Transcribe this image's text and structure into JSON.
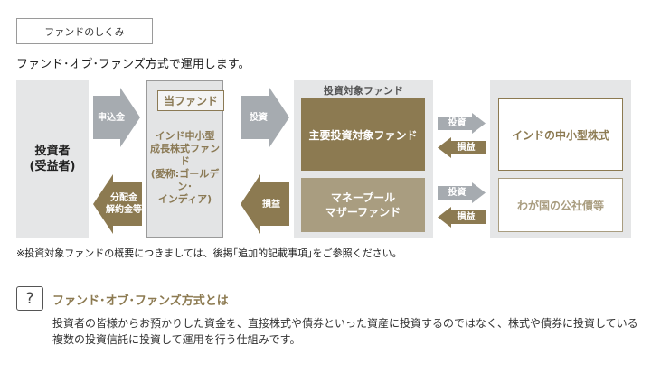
{
  "header": {
    "section_title": "ファンドのしくみ",
    "lead": "ファンド･オブ･ファンズ方式で運用します。"
  },
  "diagram": {
    "investor": [
      "投資者",
      "(受益者)"
    ],
    "fund_tag": "当ファンド",
    "fund_lines": [
      "インド中小型",
      "成長株式ファンド",
      "(愛称:ゴールデン･",
      "インディア)"
    ],
    "target_label": "投資対象ファンド",
    "main_fund": "主要投資対象ファンド",
    "mother_fund": [
      "マネープール",
      "マザーファンド"
    ],
    "asset_a": "インドの中小型株式",
    "asset_b": "わが国の公社債等",
    "arrows": {
      "subscription": "申込金",
      "investment": "投資",
      "distribution": [
        "分配金",
        "解約金等"
      ],
      "profit_loss": "損益",
      "invest_a": "投資",
      "pl_a": "損益",
      "invest_b": "投資",
      "pl_b": "損益"
    },
    "colors": {
      "gold": "#8c7a51",
      "gold_light": "#a99d80",
      "arrow_gray": "#a6abb0",
      "panel_gray": "#e5e6e7"
    }
  },
  "footnote": "※投資対象ファンドの概要につきましては、後掲｢追加的記載事項｣をご参照ください。",
  "help": {
    "icon": "question-icon",
    "icon_text": "?",
    "title": "ファンド･オブ･ファンズ方式とは",
    "body": "投資者の皆様からお預かりした資金を、直接株式や債券といった資産に投資するのではなく、株式や債券に投資している複数の投資信託に投資して運用を行う仕組みです。"
  }
}
